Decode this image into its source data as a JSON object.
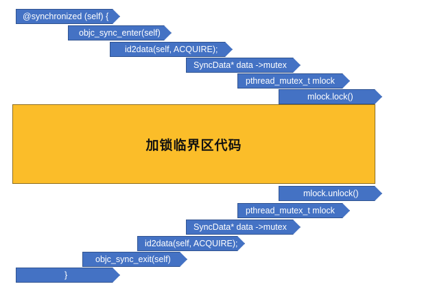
{
  "steps_enter": [
    "@synchronized (self) {",
    "objc_sync_enter(self)",
    "id2data(self, ACQUIRE);",
    "SyncData* data ->mutex",
    "pthread_mutex_t mlock",
    "mlock.lock()"
  ],
  "critical_section": "加锁临界区代码",
  "steps_exit": [
    "mlock.unlock()",
    "pthread_mutex_t mlock",
    "SyncData* data ->mutex",
    "id2data(self, ACQUIRE);",
    "objc_sync_exit(self)",
    "}"
  ],
  "colors": {
    "arrow_fill": "#4472c4",
    "arrow_border": "#2f528f",
    "critical_fill": "#fbbd29"
  }
}
